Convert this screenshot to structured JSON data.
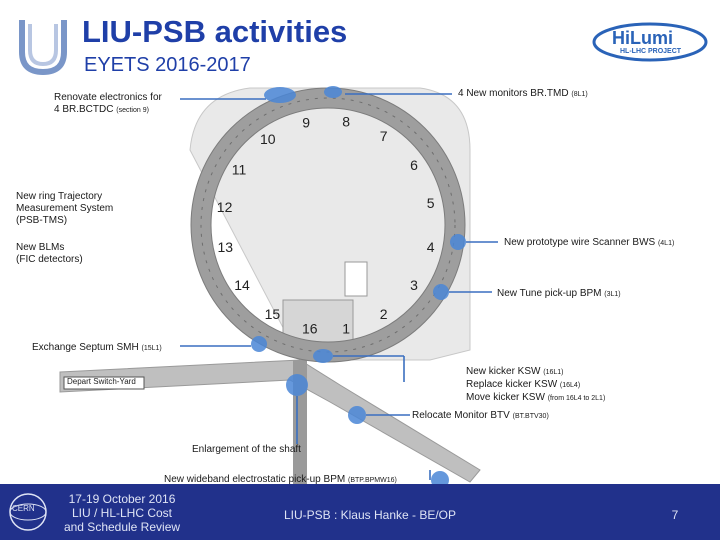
{
  "header": {
    "title": "LIU-PSB activities",
    "subtitle": "EYETS 2016-2017",
    "logo_text": "HL-LHC PROJECT"
  },
  "annotations": {
    "renovate": [
      "Renovate electronics for",
      "4 BR.BCTDC",
      "(section 9)"
    ],
    "new_monitors": [
      "4 New monitors BR.TMD",
      "(8L1)"
    ],
    "trajectory": [
      "New ring Trajectory",
      "Measurement System",
      "(PSB-TMS)"
    ],
    "blms": [
      "New BLMs",
      "(FIC detectors)"
    ],
    "wire_scanner": [
      "New prototype wire Scanner BWS",
      "(4L1)"
    ],
    "tune_pickup": [
      "New Tune pick-up BPM",
      "(3L1)"
    ],
    "septum": [
      "Exchange Septum SMH",
      "(15L1)"
    ],
    "kicker": [
      "New kicker KSW",
      "(16L1)",
      "Replace kicker KSW",
      "(16L4)",
      "Move kicker KSW",
      "(from 16L4 to 2L1)"
    ],
    "relocate": [
      "Relocate Monitor BTV",
      "(BT.BTV30)"
    ],
    "shaft": [
      "Enlargement of the shaft"
    ],
    "wideband": [
      "New wideband electrostatic pick-up BPM",
      "(BTP.BPMW16)"
    ]
  },
  "map": {
    "octant_numbers": [
      "1",
      "2",
      "3",
      "4",
      "5",
      "6",
      "7",
      "8",
      "9",
      "10",
      "11",
      "12",
      "13",
      "14",
      "15",
      "16"
    ],
    "depart_label": "Depart Switch-Yard"
  },
  "footer": {
    "date": "17-19 October 2016",
    "event_line1": "LIU / HL-LHC Cost",
    "event_line2": "and Schedule Review",
    "author": "LIU-PSB : Klaus Hanke - BE/OP",
    "page": "7",
    "cern": "CERN"
  },
  "colors": {
    "title_blue": "#1f3fa8",
    "footer_blue": "#21318b",
    "marker_blue": "#4a86d6"
  }
}
